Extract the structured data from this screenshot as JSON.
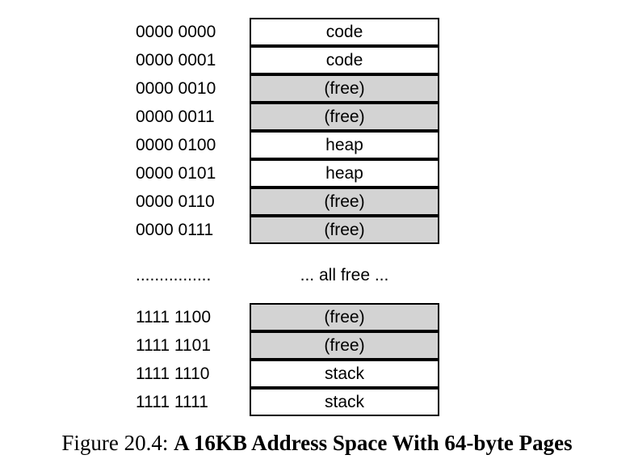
{
  "rows_top": [
    {
      "address": "0000 0000",
      "content": "code",
      "free": false
    },
    {
      "address": "0000 0001",
      "content": "code",
      "free": false
    },
    {
      "address": "0000 0010",
      "content": "(free)",
      "free": true
    },
    {
      "address": "0000 0011",
      "content": "(free)",
      "free": true
    },
    {
      "address": "0000 0100",
      "content": "heap",
      "free": false
    },
    {
      "address": "0000 0101",
      "content": "heap",
      "free": false
    },
    {
      "address": "0000 0110",
      "content": "(free)",
      "free": true
    },
    {
      "address": "0000 0111",
      "content": "(free)",
      "free": true
    }
  ],
  "gap": {
    "address_dots": "................",
    "label": "... all free ..."
  },
  "rows_bottom": [
    {
      "address": "1111 1100",
      "content": "(free)",
      "free": true
    },
    {
      "address": "1111 1101",
      "content": "(free)",
      "free": true
    },
    {
      "address": "1111 1110",
      "content": "stack",
      "free": false
    },
    {
      "address": "1111 1111",
      "content": "stack",
      "free": false
    }
  ],
  "caption": {
    "prefix": "Figure 20.4:",
    "title": "A 16KB Address Space With 64-byte Pages"
  },
  "colors": {
    "free_fill": "#d3d3d3",
    "used_fill": "#ffffff",
    "border": "#000000"
  }
}
